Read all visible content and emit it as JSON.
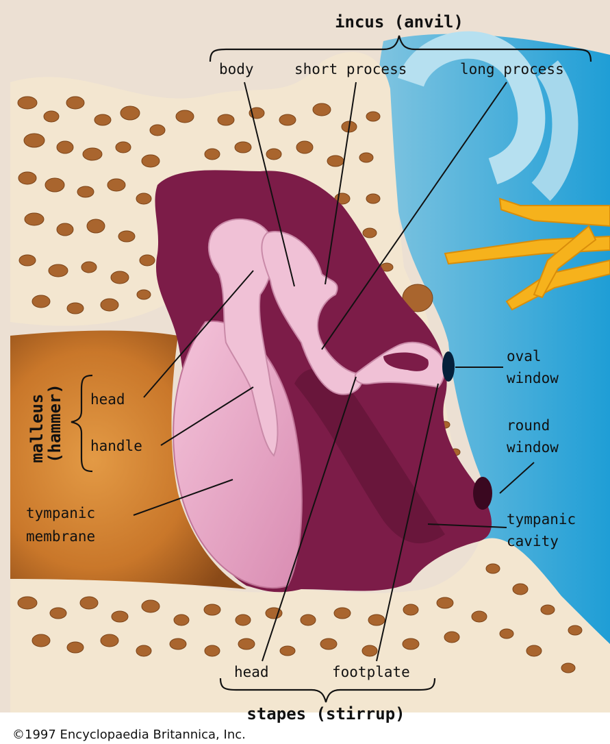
{
  "groups": {
    "incus": "incus (anvil)",
    "stapes": "stapes (stirrup)",
    "malleus_line1": "malleus",
    "malleus_line2": "(hammer)"
  },
  "labels": {
    "incus_body": "body",
    "incus_short_process": "short process",
    "incus_long_process": "long process",
    "oval_window_1": "oval",
    "oval_window_2": "window",
    "round_window_1": "round",
    "round_window_2": "window",
    "tympanic_cavity_1": "tympanic",
    "tympanic_cavity_2": "cavity",
    "malleus_head": "head",
    "malleus_handle": "handle",
    "tympanic_membrane_1": "tympanic",
    "tympanic_membrane_2": "membrane",
    "stapes_head": "head",
    "stapes_footplate": "footplate"
  },
  "credit": "©1997 Encyclopaedia Britannica, Inc.",
  "colors": {
    "background": "#ece0d3",
    "bone": "#f3e6d0",
    "bone_pore": "#a9652e",
    "ear_canal": "#c9772a",
    "cavity": "#7c1c48",
    "ossicle": "#f0c1d6",
    "membrane": "#e4a2c2",
    "inner_ear": "#8fcfe6",
    "nerve": "#f6b21c"
  }
}
